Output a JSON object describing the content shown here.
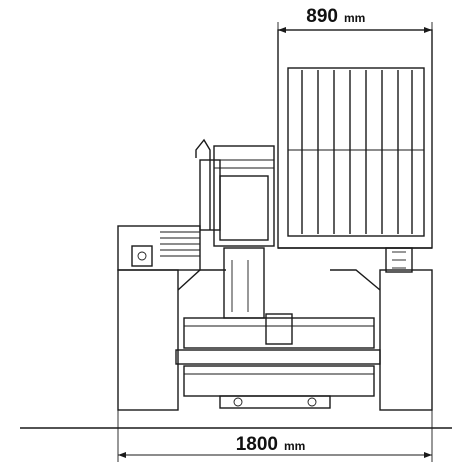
{
  "dimensions": {
    "top": {
      "value": "890",
      "unit": "mm"
    },
    "bottom": {
      "value": "1800",
      "unit": "mm"
    }
  },
  "colors": {
    "line": "#1a1a1a",
    "background": "#ffffff"
  }
}
